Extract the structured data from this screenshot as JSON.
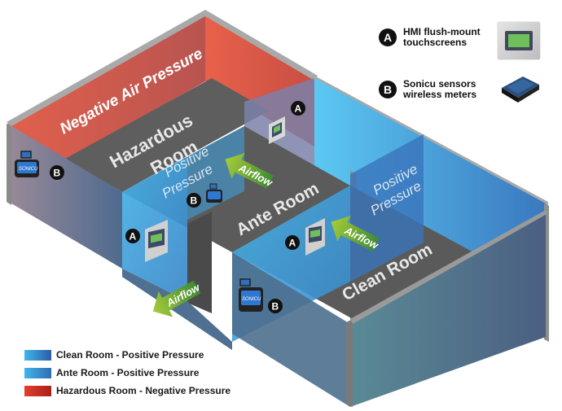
{
  "key": {
    "items": [
      {
        "badge": "A",
        "line1": "HMI flush-mount",
        "line2": "touchscreens",
        "device": "hmi-touchscreen"
      },
      {
        "badge": "B",
        "line1": "Sonicu sensors",
        "line2": "wireless meters",
        "device": "sonicu-sensor"
      }
    ]
  },
  "rooms": {
    "hazardous": {
      "line1": "Hazardous",
      "line2": "Room",
      "wall_text": "Negative Air Pressure"
    },
    "ante": {
      "name": "Ante Room",
      "pressure_line1": "Positive",
      "pressure_line2": "Pressure"
    },
    "clean": {
      "name": "Clean Room",
      "pressure_line1": "Positive",
      "pressure_line2": "Pressure"
    }
  },
  "airflow_label": "Airflow",
  "badges": {
    "a": "A",
    "b": "B"
  },
  "sonicu_brand": "SONICU",
  "legend": {
    "items": [
      {
        "label": "Clean Room - Positive Pressure",
        "color_start": "#3fb6ea",
        "color_end": "#2a5da8"
      },
      {
        "label": "Ante Room - Positive Pressure",
        "color_start": "#3fb6ea",
        "color_end": "#2e6db4"
      },
      {
        "label": "Hazardous Room - Negative Pressure",
        "color_start": "#e2402c",
        "color_end": "#a8201a"
      }
    ]
  },
  "colors": {
    "negative": "#e05a47",
    "positive": "#3aaee3",
    "floor": "#5d5d5d",
    "wall_edge": "#a8a8a8",
    "airflow": "#6bb03a"
  }
}
